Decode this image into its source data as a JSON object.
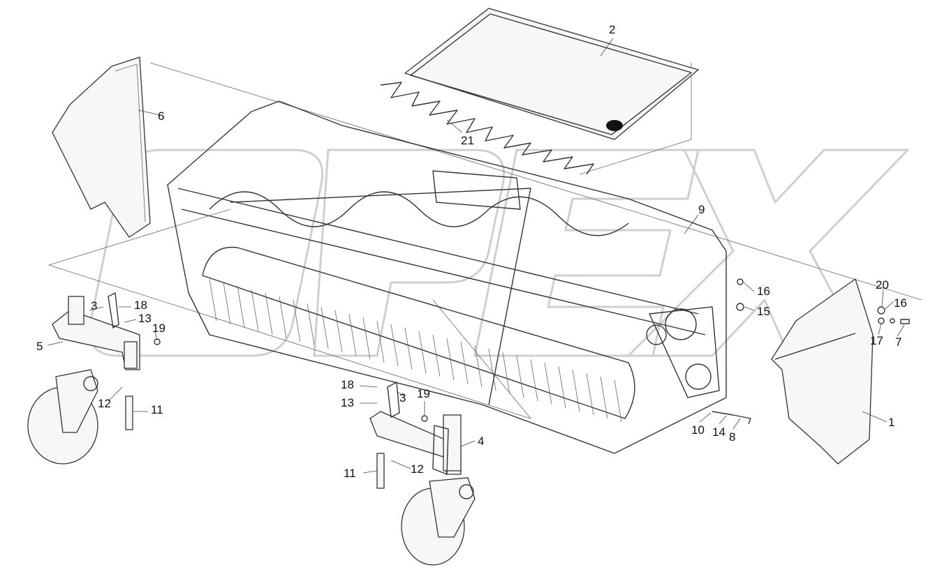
{
  "labels": [
    {
      "id": "2",
      "text": "2"
    },
    {
      "id": "6",
      "text": "6"
    },
    {
      "id": "21",
      "text": "21"
    },
    {
      "id": "9",
      "text": "9"
    },
    {
      "id": "3a",
      "text": "3"
    },
    {
      "id": "18a",
      "text": "18"
    },
    {
      "id": "13a",
      "text": "13"
    },
    {
      "id": "19a",
      "text": "19"
    },
    {
      "id": "5",
      "text": "5"
    },
    {
      "id": "12a",
      "text": "12"
    },
    {
      "id": "11a",
      "text": "11"
    },
    {
      "id": "16a",
      "text": "16"
    },
    {
      "id": "15",
      "text": "15"
    },
    {
      "id": "20",
      "text": "20"
    },
    {
      "id": "16b",
      "text": "16"
    },
    {
      "id": "17",
      "text": "17"
    },
    {
      "id": "7",
      "text": "7"
    },
    {
      "id": "1",
      "text": "1"
    },
    {
      "id": "18b",
      "text": "18"
    },
    {
      "id": "13b",
      "text": "13"
    },
    {
      "id": "3b",
      "text": "3"
    },
    {
      "id": "19b",
      "text": "19"
    },
    {
      "id": "4",
      "text": "4"
    },
    {
      "id": "11b",
      "text": "11"
    },
    {
      "id": "12b",
      "text": "12"
    },
    {
      "id": "10",
      "text": "10"
    },
    {
      "id": "14",
      "text": "14"
    },
    {
      "id": "8",
      "text": "8"
    }
  ],
  "watermark": {
    "text": "OPEX"
  },
  "colors": {
    "line": "#333333",
    "watermark": "#cfcfcf",
    "background": "#ffffff"
  }
}
